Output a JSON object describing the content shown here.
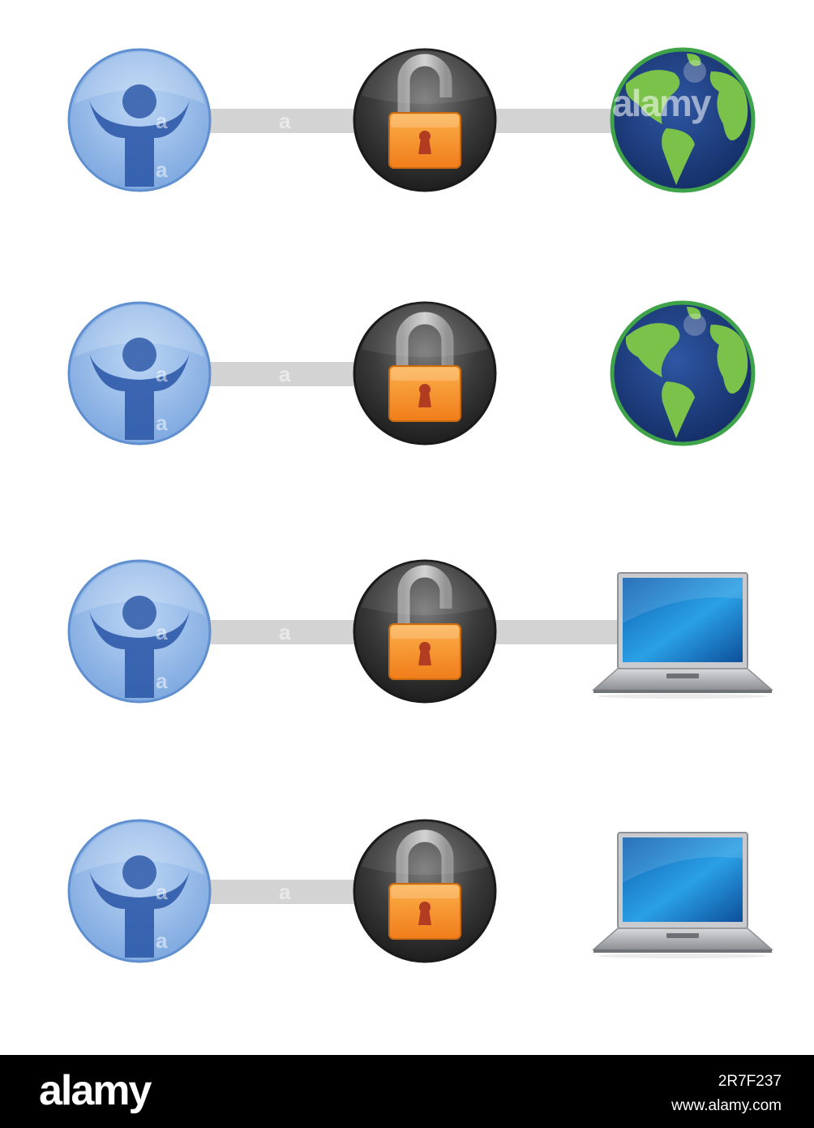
{
  "colors": {
    "connector": "#d3d3d3",
    "person_blue": "#8fb8ea",
    "person_figure": "#2f5aa8",
    "lock_dark": "#3a3a3a",
    "lock_orange": "#f59a2a",
    "globe_ocean": "#1d3d80",
    "globe_land": "#7ac24a",
    "laptop_screen": "#1f86d4",
    "laptop_body": "#b9bcc0",
    "footer_bg": "#000000"
  },
  "rows": [
    {
      "lock_state": "unlocked",
      "endpoint": "globe-icon",
      "link_to_endpoint": true
    },
    {
      "lock_state": "locked",
      "endpoint": "globe-icon",
      "link_to_endpoint": false
    },
    {
      "lock_state": "unlocked",
      "endpoint": "laptop-icon",
      "link_to_endpoint": true
    },
    {
      "lock_state": "locked",
      "endpoint": "laptop-icon",
      "link_to_endpoint": false
    }
  ],
  "watermark": {
    "center_text": "alamy",
    "small_text": "a"
  },
  "footer": {
    "logo": "alamy",
    "image_id": "2R7F237",
    "url": "www.alamy.com"
  }
}
